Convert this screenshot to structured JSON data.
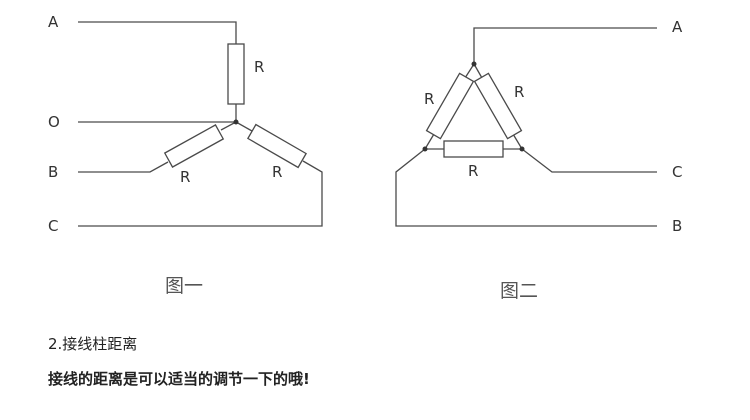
{
  "figure1": {
    "caption": "图一",
    "terminals": {
      "a": "A",
      "o": "O",
      "b": "B",
      "c": "C"
    },
    "resistor_labels": [
      "R",
      "R",
      "R"
    ]
  },
  "figure2": {
    "caption": "图二",
    "terminals": {
      "a": "A",
      "c": "C",
      "b": "B"
    },
    "resistor_labels": [
      "R",
      "R",
      "R"
    ]
  },
  "section": {
    "title": "2.接线柱距离",
    "note": "接线的距离是可以适当的调节一下的哦!"
  }
}
